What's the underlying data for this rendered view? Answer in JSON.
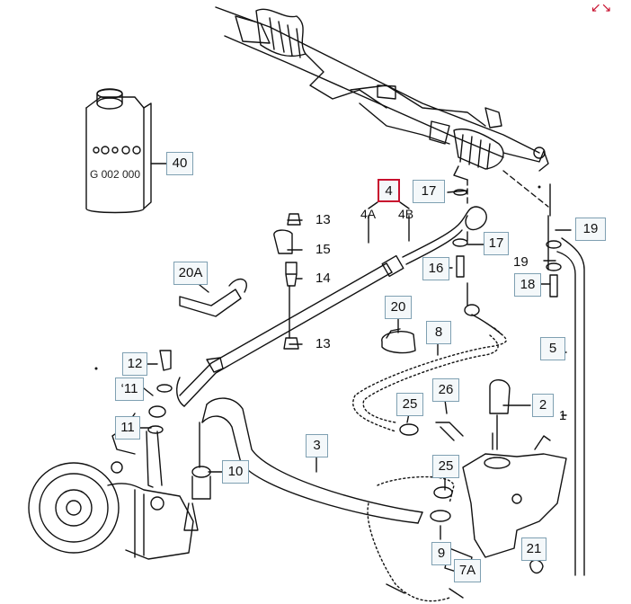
{
  "callouts": [
    {
      "id": "c40",
      "text": "40"
    },
    {
      "id": "c4",
      "text": "4"
    },
    {
      "id": "c17a",
      "text": "17"
    },
    {
      "id": "c13a",
      "text": "13"
    },
    {
      "id": "c15",
      "text": "15"
    },
    {
      "id": "c14",
      "text": "14"
    },
    {
      "id": "c13b",
      "text": "13"
    },
    {
      "id": "c16",
      "text": "16"
    },
    {
      "id": "c17b",
      "text": "17"
    },
    {
      "id": "c19a",
      "text": "19"
    },
    {
      "id": "c19b",
      "text": "19"
    },
    {
      "id": "c18",
      "text": "18"
    },
    {
      "id": "c20A",
      "text": "20A"
    },
    {
      "id": "c20",
      "text": "20"
    },
    {
      "id": "c8",
      "text": "8"
    },
    {
      "id": "c5",
      "text": "5"
    },
    {
      "id": "c12",
      "text": "12"
    },
    {
      "id": "c11a",
      "text": "11"
    },
    {
      "id": "c11b",
      "text": "11"
    },
    {
      "id": "c25a",
      "text": "25"
    },
    {
      "id": "c26",
      "text": "26"
    },
    {
      "id": "c2",
      "text": "2"
    },
    {
      "id": "c1",
      "text": "1"
    },
    {
      "id": "c3",
      "text": "3"
    },
    {
      "id": "c10",
      "text": "10"
    },
    {
      "id": "c25b",
      "text": "25"
    },
    {
      "id": "c21",
      "text": "21"
    },
    {
      "id": "c9",
      "text": "9"
    },
    {
      "id": "c7A",
      "text": "7A"
    }
  ],
  "sub_labels": {
    "a": "4A",
    "b": "4B",
    "tick": "‘"
  },
  "can": {
    "line1": "G 002 000"
  },
  "icons": {
    "expand": "expand-arrows-icon"
  },
  "colors": {
    "callout_border": "#7fa0b2",
    "highlight": "#c8102e",
    "line": "#111111"
  }
}
